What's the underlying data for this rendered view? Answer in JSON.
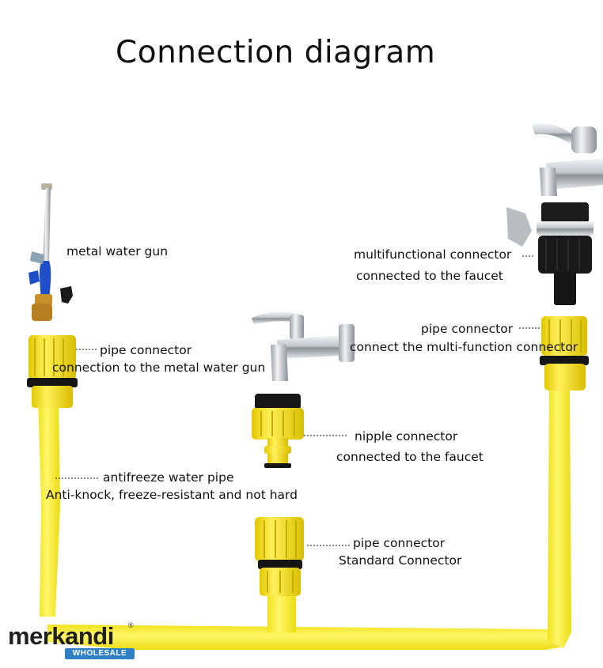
{
  "title": "Connection diagram",
  "labels": {
    "metal_water_gun": "metal water gun",
    "multifunctional_connector": "multifunctional connector",
    "connected_to_faucet_top": "connected to the faucet",
    "pipe_connector_right": "pipe connector",
    "connect_multi_function": "connect the multi-function connector",
    "pipe_connector_left": "pipe connector",
    "connection_metal_gun": "connection to the metal water gun",
    "nipple_connector": "nipple connector",
    "connected_to_faucet_mid": "connected to the faucet",
    "antifreeze_pipe": "antifreeze water pipe",
    "anti_knock": "Anti-knock, freeze-resistant and not hard",
    "pipe_connector_bottom": "pipe connector",
    "standard_connector": "Standard Connector"
  },
  "logo": {
    "name": "merkandi",
    "badge": "WHOLESALE"
  },
  "colors": {
    "pipe_yellow": "#f7ea1c",
    "connector_yellow": "#f0d800",
    "chrome": "#c9cdd2",
    "black": "#151515",
    "gun_blue": "#1f4fc8",
    "brass": "#c8902a",
    "badge_blue": "#2f7fc4"
  }
}
